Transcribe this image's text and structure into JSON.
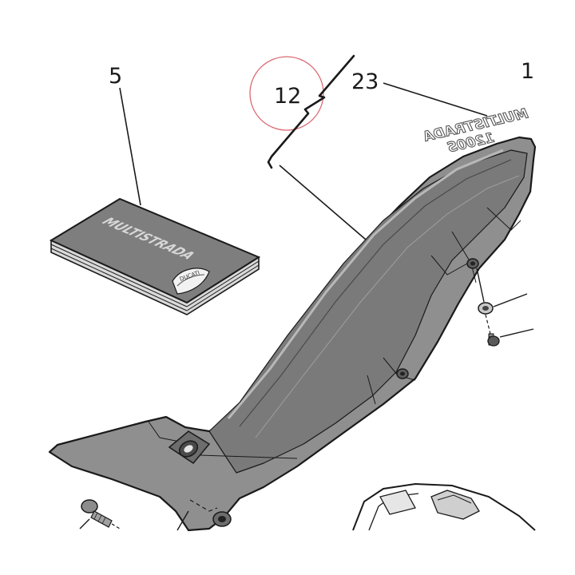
{
  "diagram": {
    "callouts": {
      "c5": "5",
      "c12": "12",
      "c23": "23",
      "c1": "1"
    },
    "manual_cover_text": "MULTISTRADA",
    "manual_logo_text": "DUCATI",
    "decal_line1": "MULTISTRADA",
    "decal_line2": "1200S",
    "colors": {
      "panel_fill": "#8f8f8f",
      "panel_dark": "#6f6f6f",
      "manual_fill": "#7e7e7e",
      "highlight_circle": "#d96a72",
      "line": "#1a1a1a"
    }
  }
}
